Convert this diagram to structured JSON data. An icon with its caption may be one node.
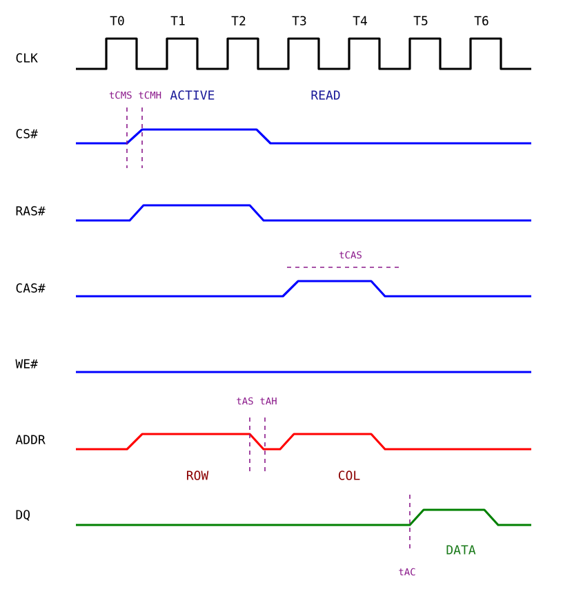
{
  "diagram": {
    "labels": [
      "T0",
      "T1",
      "T2",
      "T3",
      "T4",
      "T5",
      "T6",
      "CLK",
      "tCMS",
      "tCMH",
      "ACTIVE",
      "READ",
      "CS#",
      "RAS#",
      "tCAS",
      "CAS#",
      "WE#",
      "tAS",
      "tAH",
      "ADDR",
      "ROW",
      "COL",
      "DQ",
      "tAC",
      "DATA"
    ]
  }
}
